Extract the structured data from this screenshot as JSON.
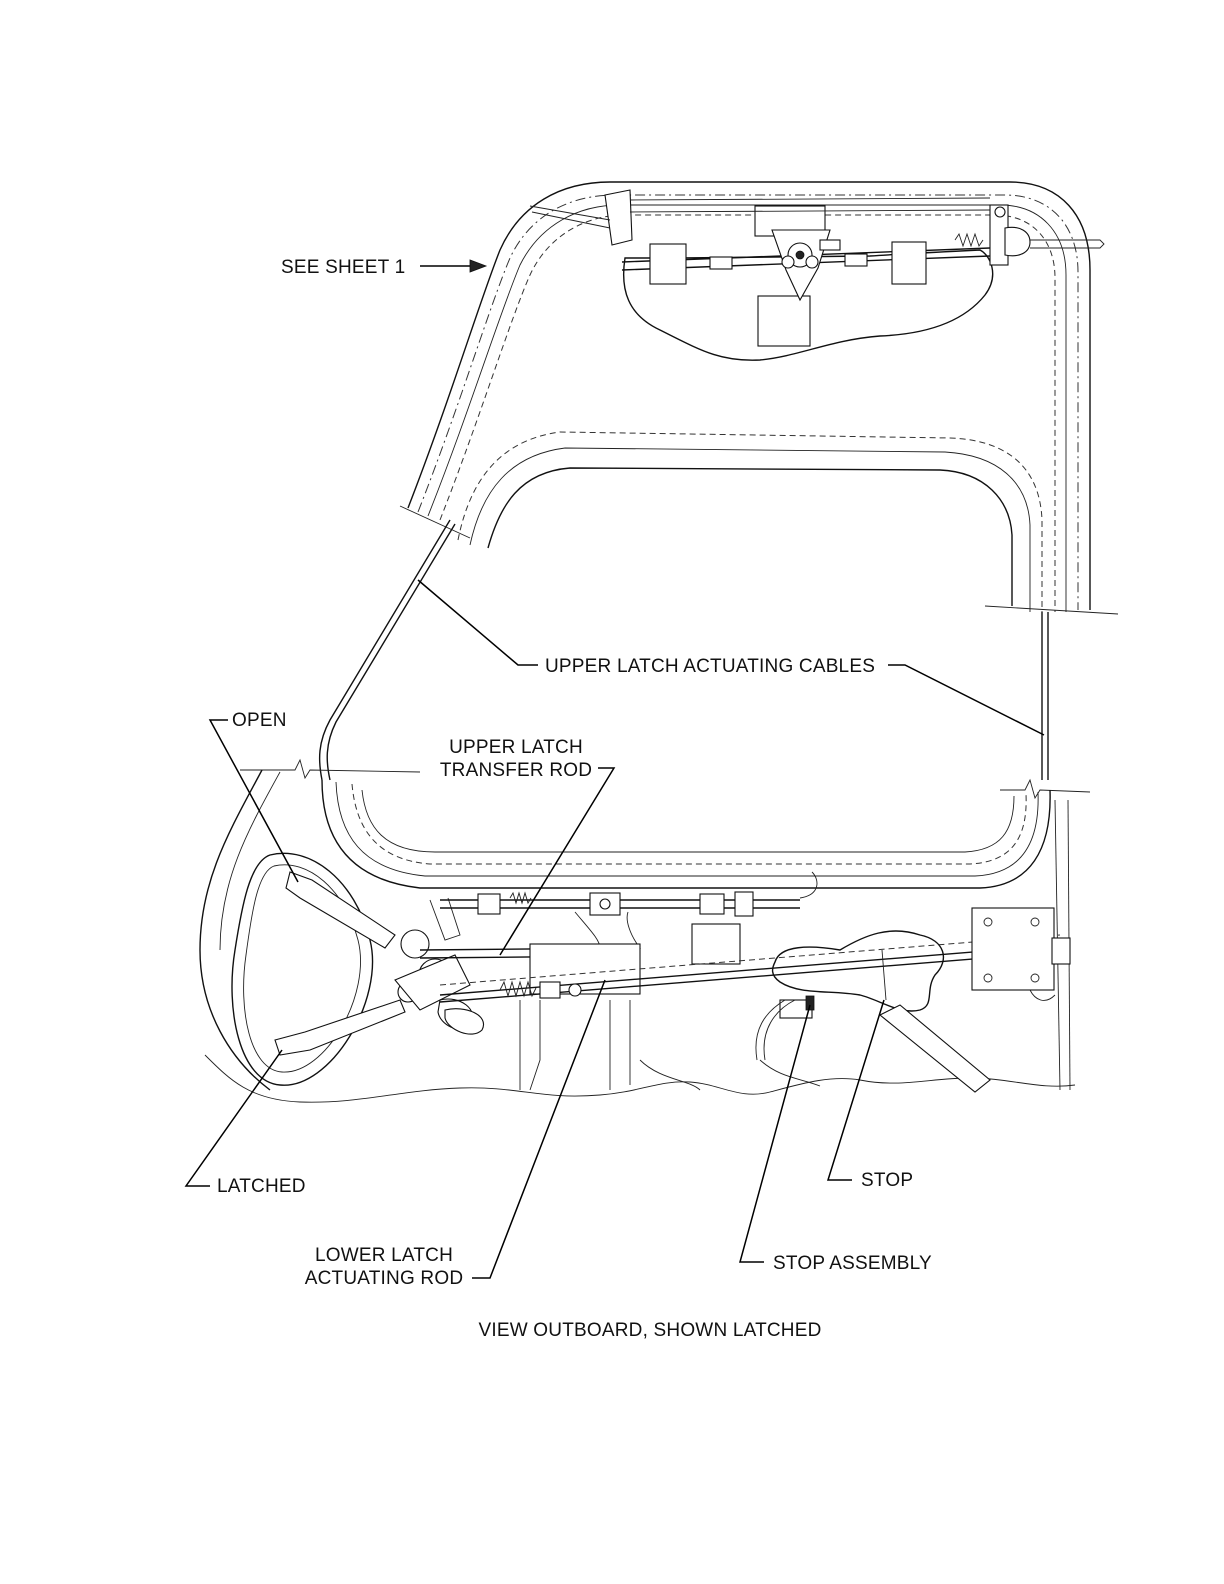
{
  "callouts": {
    "see_sheet": "SEE SHEET 1",
    "upper_cables": "UPPER LATCH ACTUATING CABLES",
    "open": "OPEN",
    "transfer_rod_line1": "UPPER LATCH",
    "transfer_rod_line2": "TRANSFER ROD",
    "latched": "LATCHED",
    "stop": "STOP",
    "lower_rod_line1": "LOWER LATCH",
    "lower_rod_line2": "ACTUATING ROD",
    "stop_assembly": "STOP ASSEMBLY"
  },
  "caption": "VIEW OUTBOARD, SHOWN LATCHED"
}
